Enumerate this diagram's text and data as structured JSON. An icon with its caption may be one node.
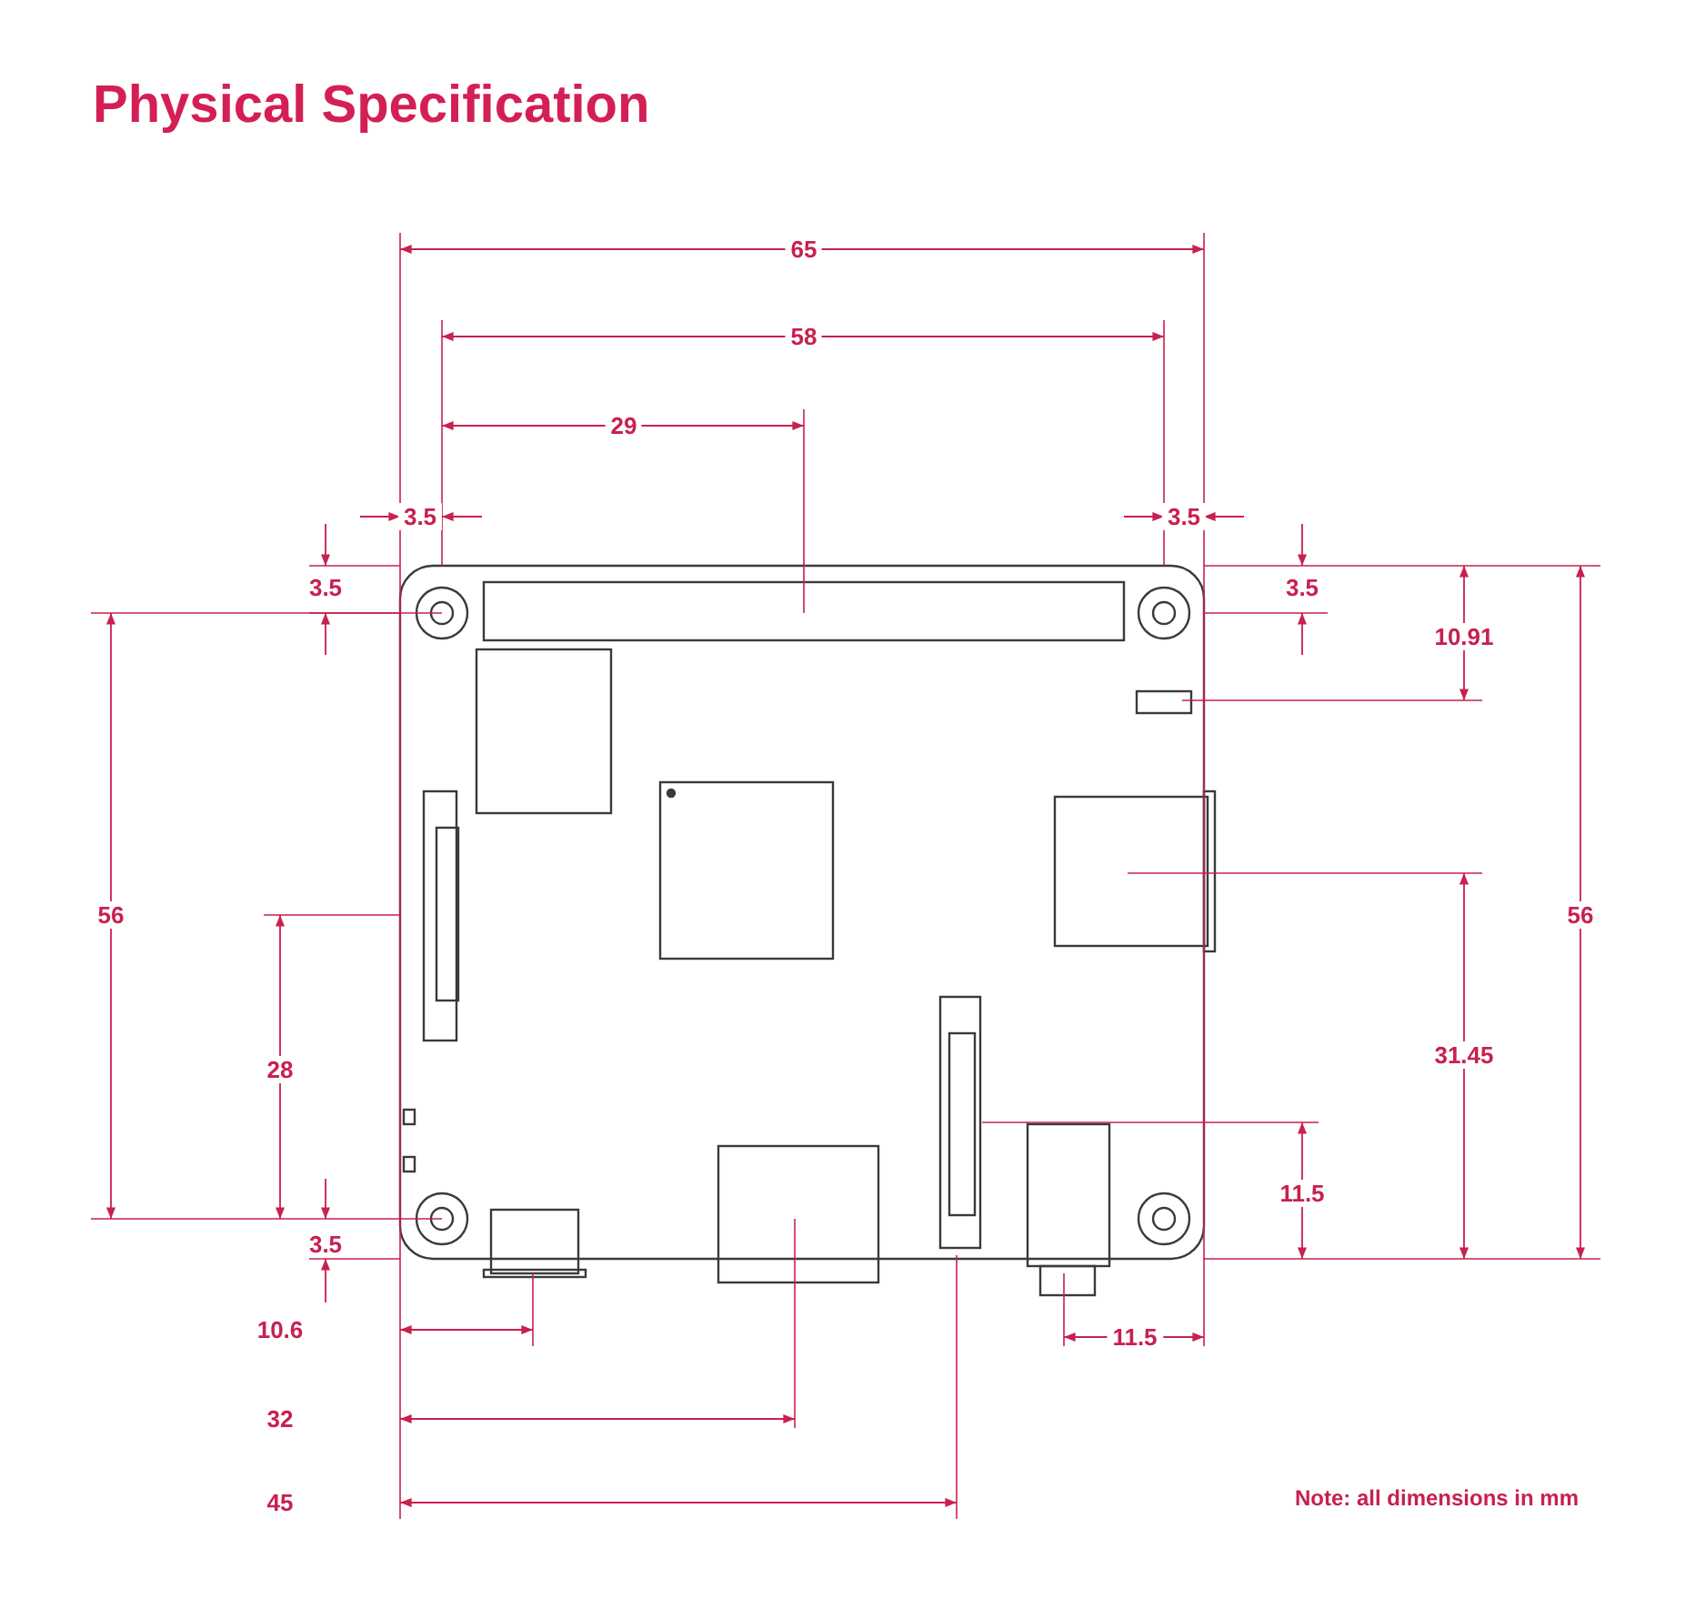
{
  "diagram": {
    "title": "Physical Specification",
    "labels": [
      "65",
      "58",
      "29",
      "3.5",
      "3.5",
      "3.5",
      "3.5",
      "10.91",
      "56",
      "56",
      "31.45",
      "28",
      "11.5",
      "3.5",
      "10.6",
      "11.5",
      "32",
      "45",
      "Note: all dimensions in mm"
    ]
  }
}
